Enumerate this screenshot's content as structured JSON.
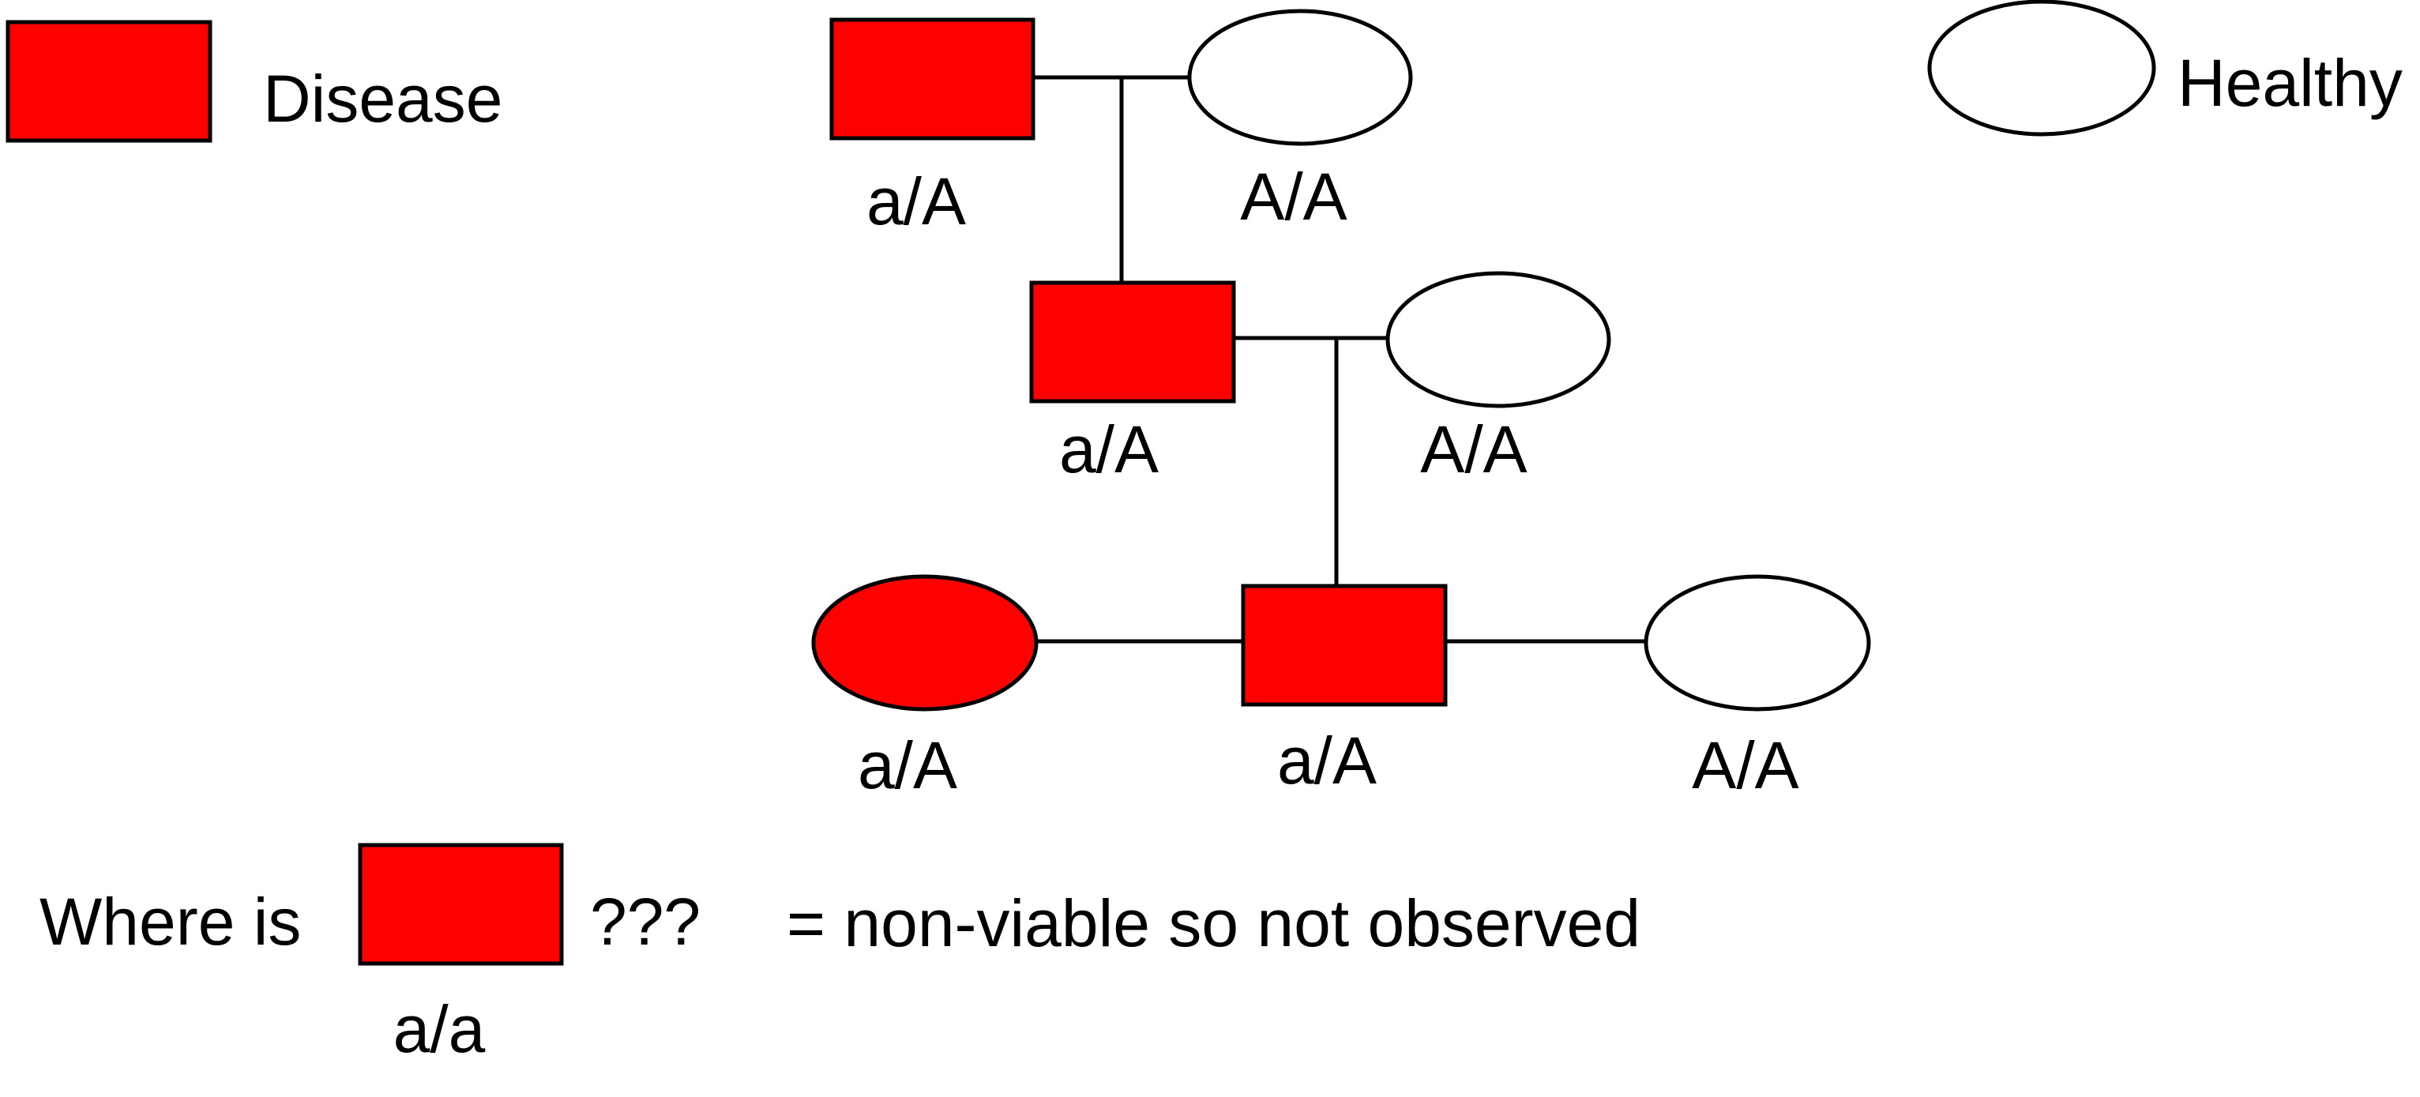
{
  "colors": {
    "disease": "#ff0000",
    "healthy": "#ffffff",
    "outline": "#000000",
    "background": "#ffffff"
  },
  "legend": {
    "disease_label": "Disease",
    "healthy_label": "Healthy"
  },
  "pedigree": {
    "gen1": {
      "male": {
        "genotype": "a/A",
        "status": "disease",
        "shape": "square"
      },
      "female": {
        "genotype": "A/A",
        "status": "healthy",
        "shape": "circle"
      }
    },
    "gen2": {
      "male": {
        "genotype": "a/A",
        "status": "disease",
        "shape": "square"
      },
      "female": {
        "genotype": "A/A",
        "status": "healthy",
        "shape": "circle"
      }
    },
    "gen3": {
      "left_female": {
        "genotype": "a/A",
        "status": "disease",
        "shape": "circle"
      },
      "male": {
        "genotype": "a/A",
        "status": "disease",
        "shape": "square"
      },
      "right_female": {
        "genotype": "A/A",
        "status": "healthy",
        "shape": "circle"
      }
    }
  },
  "question": {
    "prefix": "Where is",
    "genotype": "a/a",
    "marks": "???",
    "explanation": "= non-viable so not observed",
    "status": "disease"
  }
}
